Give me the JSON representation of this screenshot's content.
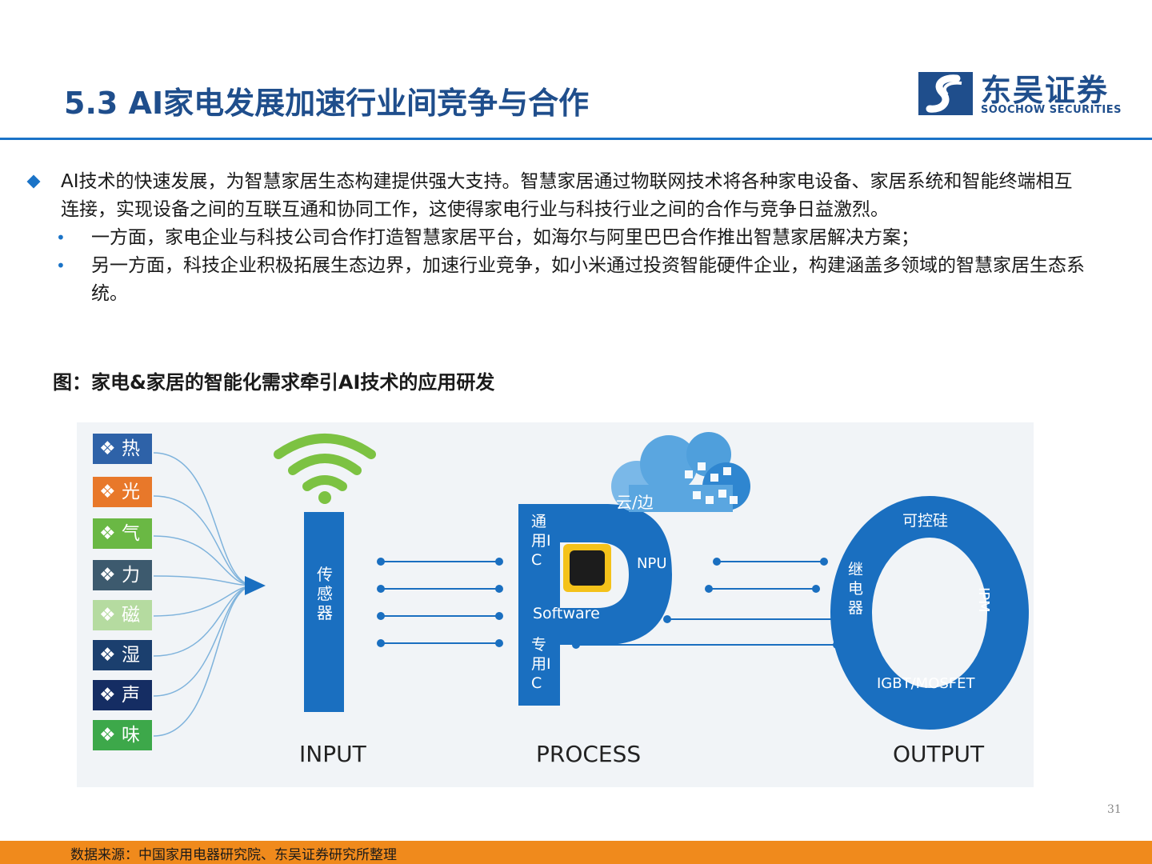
{
  "header": {
    "title": "5.3 AI家电发展加速行业间竞争与合作",
    "logo_cn": "东吴证券",
    "logo_en": "SOOCHOW SECURITIES"
  },
  "bullets": {
    "main": "AI技术的快速发展，为智慧家居生态构建提供强大支持。智慧家居通过物联网技术将各种家电设备、家居系统和智能终端相互连接，实现设备之间的互联互通和协同工作，这使得家电行业与科技行业之间的合作与竞争日益激烈。",
    "sub": [
      "一方面，家电企业与科技公司合作打造智慧家居平台，如海尔与阿里巴巴合作推出智慧家居解决方案；",
      "另一方面，科技企业积极拓展生态边界，加速行业竞争，如小米通过投资智能硬件企业，构建涵盖多领域的智慧家居生态系统。"
    ]
  },
  "figure": {
    "title": "图：家电&家居的智能化需求牵引AI技术的应用研发",
    "senses": [
      {
        "label": "热",
        "color": "#2e62a8"
      },
      {
        "label": "光",
        "color": "#e8782a"
      },
      {
        "label": "气",
        "color": "#6ab844"
      },
      {
        "label": "力",
        "color": "#3d5a6e"
      },
      {
        "label": "磁",
        "color": "#b5dba0"
      },
      {
        "label": "湿",
        "color": "#1b3f6e"
      },
      {
        "label": "声",
        "color": "#152d63"
      },
      {
        "label": "味",
        "color": "#3da84a"
      }
    ],
    "sensor_label": "传感器",
    "cloud_label": "云/边",
    "p_labels": {
      "general_ic": "通用IC",
      "npu": "NPU",
      "software": "Software",
      "special_ic": "专用IC"
    },
    "o_labels": {
      "scr": "可控硅",
      "relay": "继电器",
      "ipm": "IPM",
      "igbt": "IGBT/MOSFET"
    },
    "stages": [
      "INPUT",
      "PROCESS",
      "OUTPUT"
    ],
    "colors": {
      "primary": "#1a6fc0",
      "wifi": "#7cc242",
      "background": "#f1f4f7"
    }
  },
  "page_number": "31",
  "footer": {
    "source": "数据来源：中国家用电器研究院、东吴证券研究所整理"
  }
}
